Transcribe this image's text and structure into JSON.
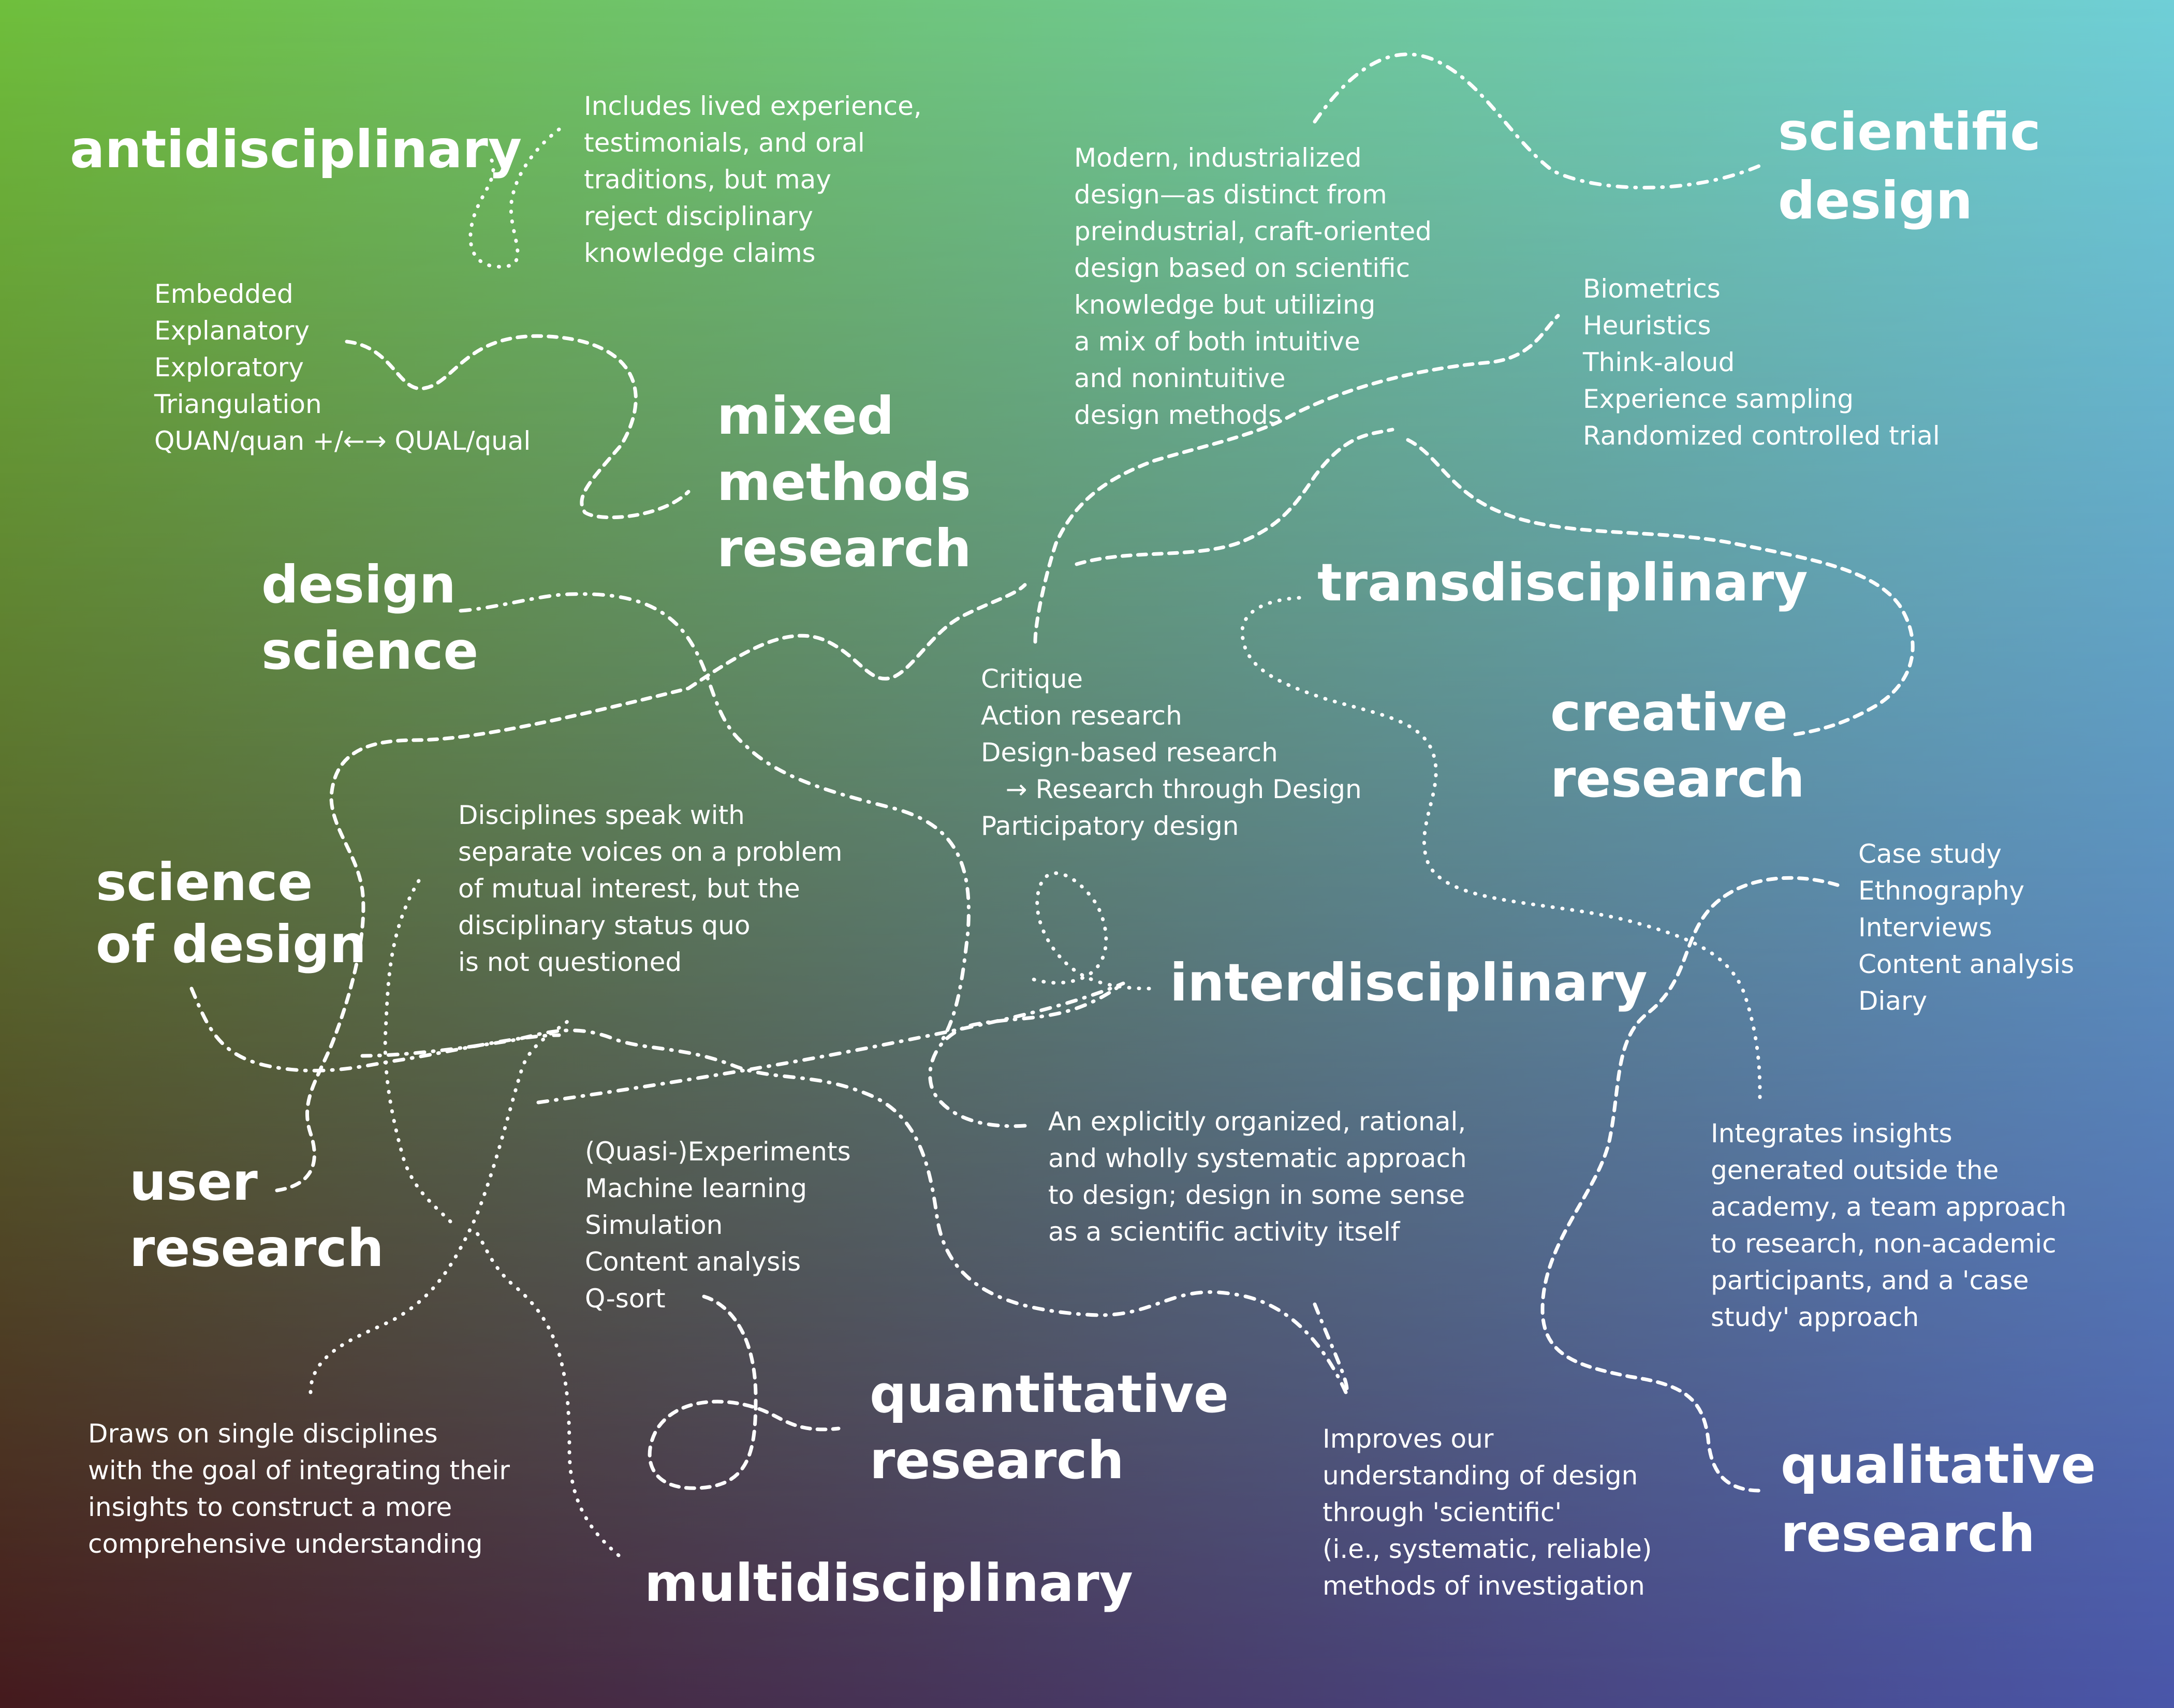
{
  "colors": {
    "top_left": "#6fbf3c",
    "top_right": "#6fcfd7",
    "bottom_left": "#451a1e",
    "bottom_right": "#4a56a9",
    "text": "#ffffff",
    "line": "#ffffff"
  },
  "terms": {
    "antidisciplinary": "antidisciplinary",
    "scientific_design": "scientific\ndesign",
    "mixed_methods_research": "mixed\nmethods\nresearch",
    "design_science": "design\nscience",
    "transdisciplinary": "transdisciplinary",
    "creative_research": "creative\nresearch",
    "science_of_design": "science\nof design",
    "interdisciplinary": "interdisciplinary",
    "user_research": "user\nresearch",
    "quantitative_research": "quantitative\nresearch",
    "multidisciplinary": "multidisciplinary",
    "qualitative_research": "qualitative\nresearch"
  },
  "descriptions": {
    "antidisciplinary": "Includes lived experience,\ntestimonials, and oral\ntraditions, but may\nreject disciplinary\nknowledge claims",
    "scientific_design": "Modern, industrialized\ndesign—as distinct from\npreindustrial, craft-oriented\ndesign based on scientific\nknowledge but utilizing\na mix of both intuitive\nand nonintuitive\ndesign methods",
    "mixed_methods_research": "Embedded\nExplanatory\nExploratory\nTriangulation\nQUAN/quan +/←→ QUAL/qual",
    "creative_research": "Biometrics\nHeuristics\nThink-aloud\nExperience sampling\nRandomized controlled trial",
    "user_research": "Critique\nAction research\nDesign-based research\n   → Research through Design\nParticipatory design",
    "multidisciplinary": "Disciplines speak with\nseparate voices on a problem\nof mutual interest, but the\ndisciplinary status quo\nis not questioned",
    "qualitative_research": "Case study\nEthnography\nInterviews\nContent analysis\nDiary",
    "science_of_design": "An explicitly organized, rational,\nand wholly systematic approach\nto design; design in some sense\nas a scientific activity itself",
    "transdisciplinary": "Integrates insights\ngenerated outside the\nacademy, a team approach\nto research, non-academic\nparticipants, and a 'case\nstudy' approach",
    "quantitative_research": "(Quasi-)Experiments\nMachine learning\nSimulation\nContent analysis\nQ-sort",
    "interdisciplinary": "Draws on single disciplines\nwith the goal of integrating their\ninsights to construct a more\ncomprehensive understanding",
    "design_science": "Improves our\nunderstanding of design\nthrough 'scientific'\n(i.e., systematic, reliable)\nmethods of investigation"
  }
}
